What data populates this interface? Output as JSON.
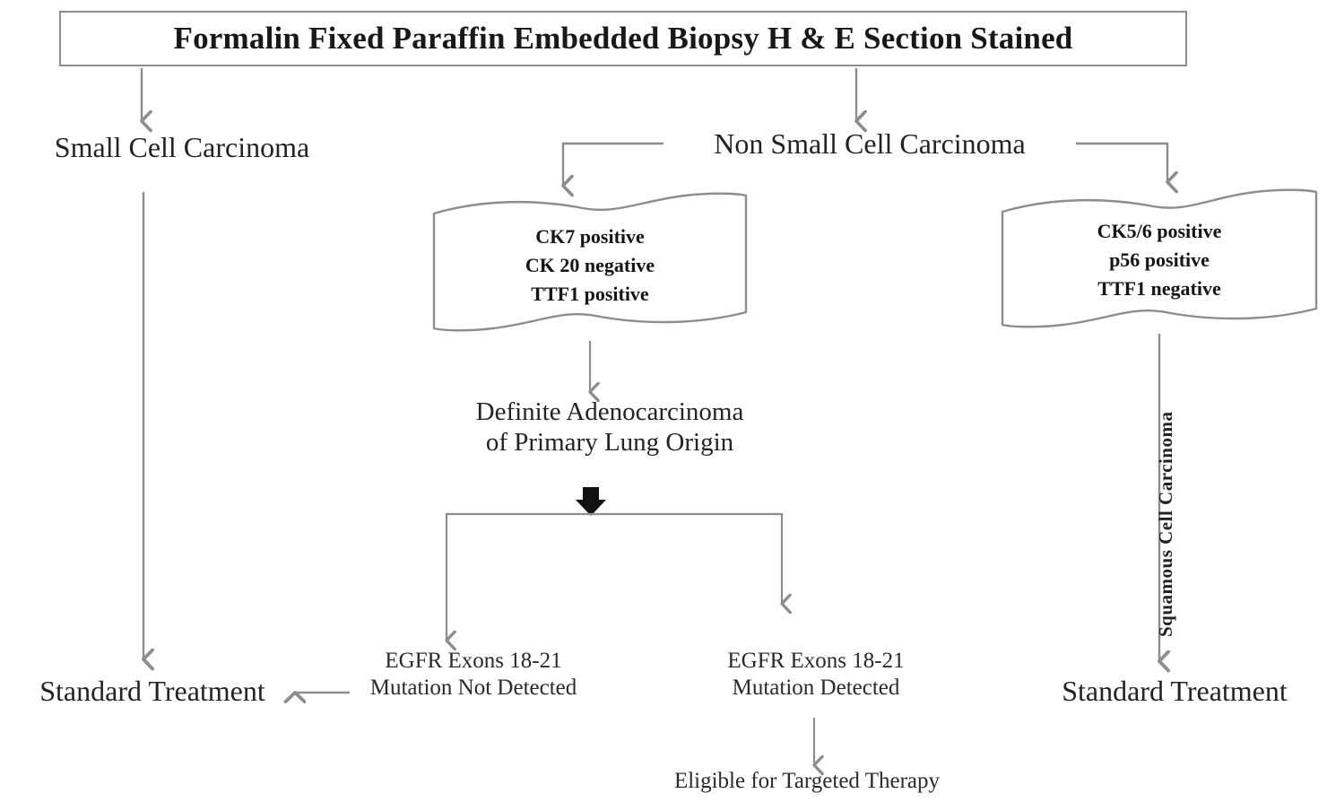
{
  "diagram": {
    "title_box": {
      "text": "Formalin Fixed Paraffin Embedded Biopsy H & E Section Stained"
    },
    "nodes": {
      "small_cell_carcinoma": "Small Cell  Carcinoma",
      "non_small_cell_carcinoma": "Non Small Cell Carcinoma",
      "definite_adeno_line1": "Definite Adenocarcinoma",
      "definite_adeno_line2": "of Primary Lung Origin",
      "egfr_not_detected_line1": "EGFR Exons 18-21",
      "egfr_not_detected_line2": "Mutation Not Detected",
      "egfr_detected_line1": "EGFR Exons 18-21",
      "egfr_detected_line2": "Mutation  Detected",
      "standard_treatment_left": "Standard Treatment",
      "standard_treatment_right": "Standard Treatment",
      "eligible_therapy": "Eligible  for Targeted Therapy",
      "squamous_vertical": "Squamous  Cell  Carcinoma"
    },
    "marker_panels": {
      "adenocarcinoma": {
        "line1": "CK7  positive",
        "line2": "CK 20  negative",
        "line3": "TTF1 positive"
      },
      "squamous": {
        "line1": "CK5/6  positive",
        "line2": "p56   positive",
        "line3": "TTF1 negative"
      }
    },
    "colors": {
      "stroke": "#8d8d8d",
      "text": "#1d1d1d",
      "bold_arrow": "#111111",
      "background": "#ffffff"
    }
  }
}
